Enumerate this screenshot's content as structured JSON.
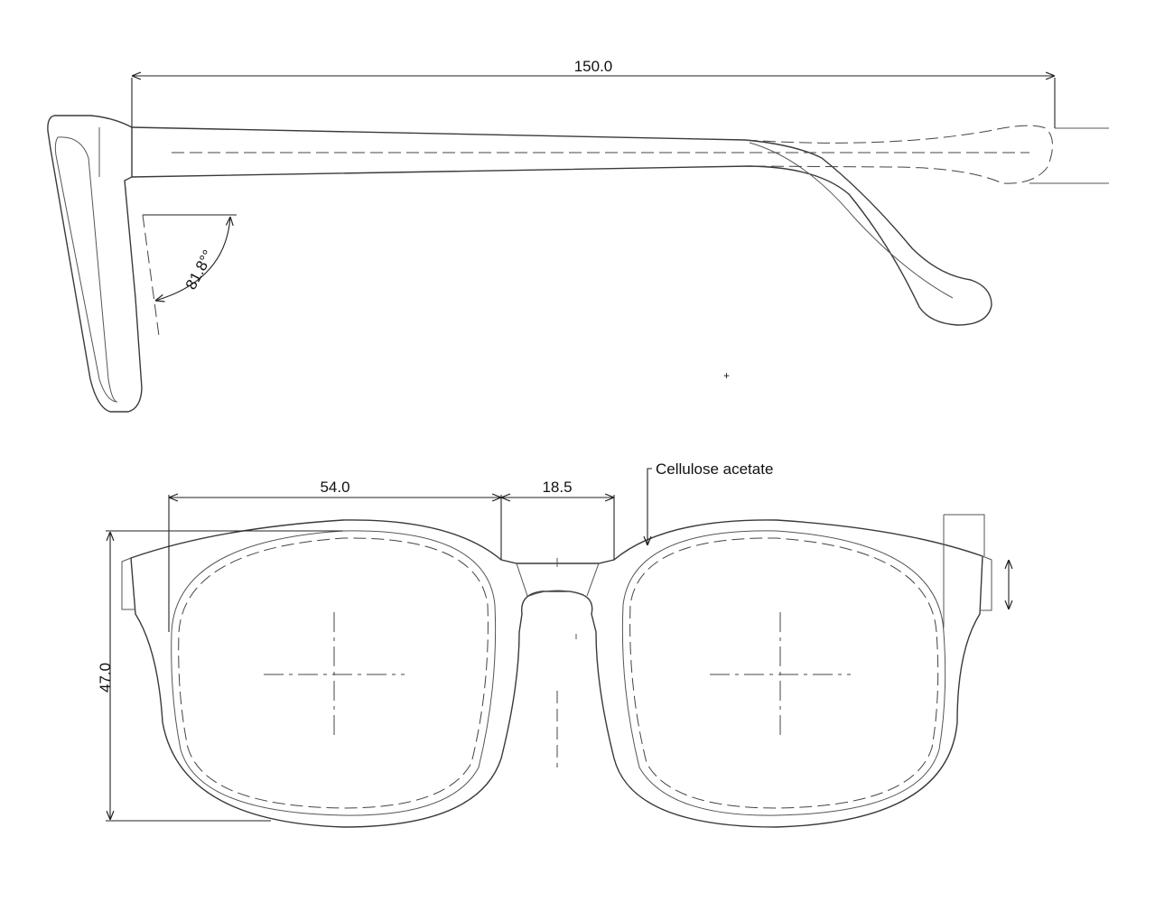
{
  "dimensions": {
    "temple_length": "150.0",
    "pantoscopic_angle": "81.8°°",
    "lens_width": "54.0",
    "bridge_width": "18.5",
    "lens_height": "47.0"
  },
  "material_callout": "Cellulose acetate",
  "colors": {
    "line": "#3a3a3a",
    "background": "#ffffff"
  }
}
